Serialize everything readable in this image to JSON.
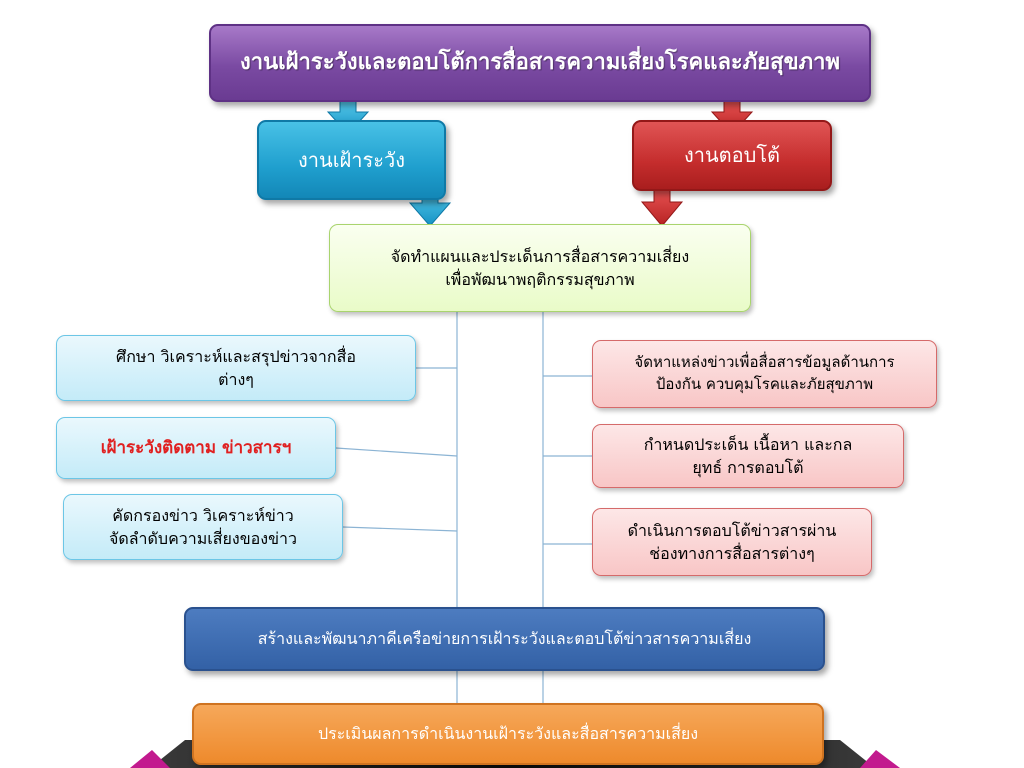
{
  "diagram": {
    "title": "งานเฝ้าระวังและตอบโต้การสื่อสารความเสี่ยงโรคและภัยสุขภาพ",
    "surveillance": "งานเฝ้าระวัง",
    "response": "งานตอบโต้",
    "plan": "จัดทำแผนและประเด็นการสื่อสารความเสี่ยง\nเพื่อพัฒนาพฤติกรรมสุขภาพ",
    "left_items": [
      "ศึกษา วิเคราะห์และสรุปข่าวจากสื่อ\nต่างๆ",
      "เฝ้าระวังติดตาม ข่าวสารฯ",
      "คัดกรองข่าว วิเคราะห์ข่าว\nจัดลำดับความเสี่ยงของข่าว"
    ],
    "right_items": [
      "จัดหาแหล่งข่าวเพื่อสื่อสารข้อมูลด้านการ\nป้องกัน ควบคุมโรคและภัยสุขภาพ",
      "กำหนดประเด็น เนื้อหา และกล\nยุทธ์ การตอบโต้",
      "ดำเนินการตอบโต้ข่าวสารผ่าน\nช่องทางการสื่อสารต่างๆ"
    ],
    "network": "สร้างและพัฒนาภาคีเครือข่ายการเฝ้าระวังและตอบโต้ข่าวสารความเสี่ยง",
    "evaluation": "ประเมินผลการดำเนินงานเฝ้าระวังและสื่อสารความเสี่ยง"
  },
  "colors": {
    "title": "#7a4aa2",
    "surveillance": "#1f9fce",
    "response": "#c52d2d",
    "plan": "#e9fbc8",
    "left_items": "#c4ebf8",
    "right_items": "#f8c6c6",
    "network": "#3361a6",
    "evaluation": "#ee8a2c",
    "highlight_text": "#e02020"
  }
}
